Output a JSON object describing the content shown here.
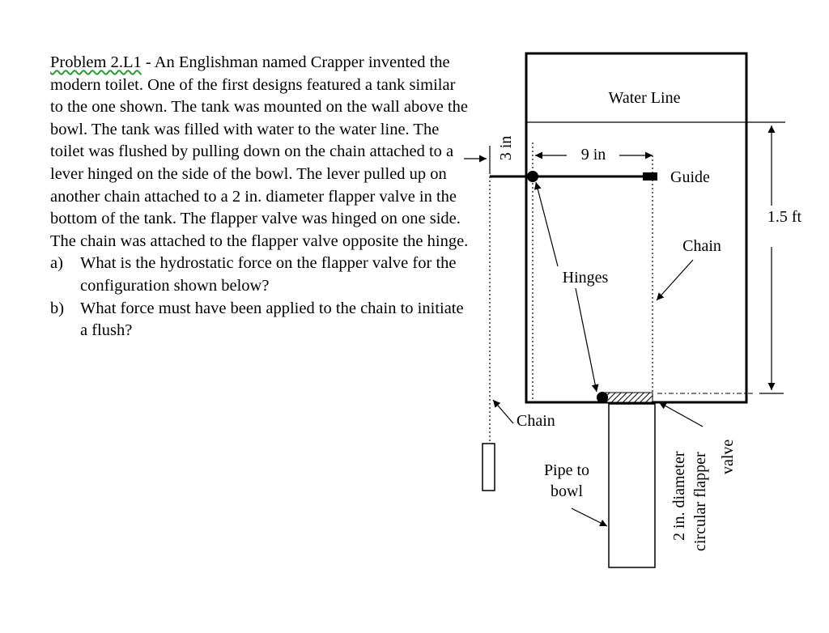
{
  "problem": {
    "number": "Problem 2.L1",
    "statement": " - An Englishman named Crapper invented the modern toilet.  One of the first designs featured a tank similar to the one shown.  The tank was mounted on the wall above the bowl.  The tank was filled with water to the water line.  The toilet was flushed by pulling down on the chain attached to a lever hinged on the side of the bowl.  The lever pulled up on another chain attached to a 2 in. diameter flapper valve in the bottom of the tank.  The flapper valve was hinged on one side.  The chain was attached to the flapper valve opposite the hinge.",
    "questions": [
      {
        "letter": "a)",
        "text": "What is the hydrostatic force on the flapper valve for the configuration shown below?"
      },
      {
        "letter": "b)",
        "text": "What force must have been applied to the chain to initiate a flush?"
      }
    ]
  },
  "diagram": {
    "water_line": "Water Line",
    "guide": "Guide",
    "chain_upper": "Chain",
    "chain_lower": "Chain",
    "hinges": "Hinges",
    "depth": "1.5 ft",
    "lever_length": "9 in",
    "lever_offset": "3 in",
    "pipe_line1": "Pipe to",
    "pipe_line2": "bowl",
    "valve_line1": "2 in. diameter",
    "valve_line2": "circular flapper",
    "valve_line3": "valve"
  }
}
